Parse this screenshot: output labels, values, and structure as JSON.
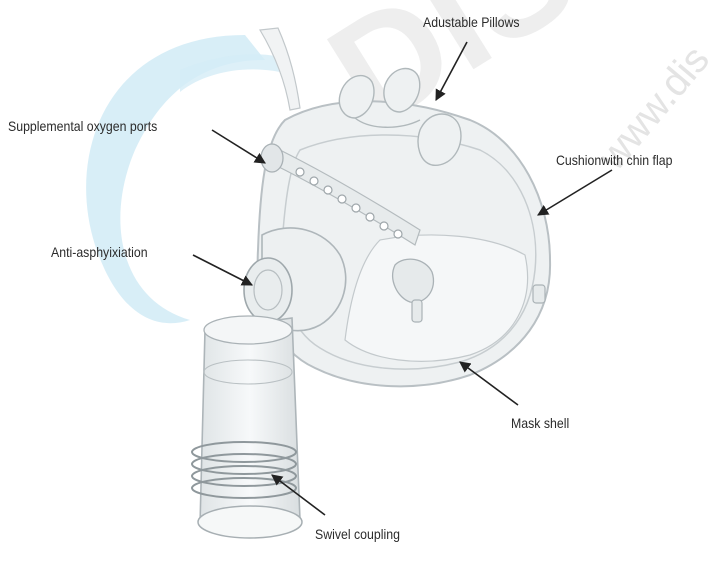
{
  "diagram": {
    "labels": {
      "adjustable_pillows": "Adustable Pillows",
      "supplemental_oxygen_ports": "Supplemental oxygen ports",
      "cushion_with_chin_flap": "Cushionwith chin flap",
      "anti_asphyxiation": "Anti-asphyixiation",
      "mask_shell": "Mask shell",
      "swivel_coupling": "Swivel coupling"
    },
    "watermark": {
      "text": "DISCA",
      "url_text": "www.dis"
    },
    "colors": {
      "text": "#2b2b2b",
      "arrow": "#222222",
      "watermark_blue": "#c9e6f2",
      "watermark_grey": "#e8e8e8",
      "mask_outline": "#b9c0c4",
      "mask_fill": "#eef1f2"
    }
  }
}
